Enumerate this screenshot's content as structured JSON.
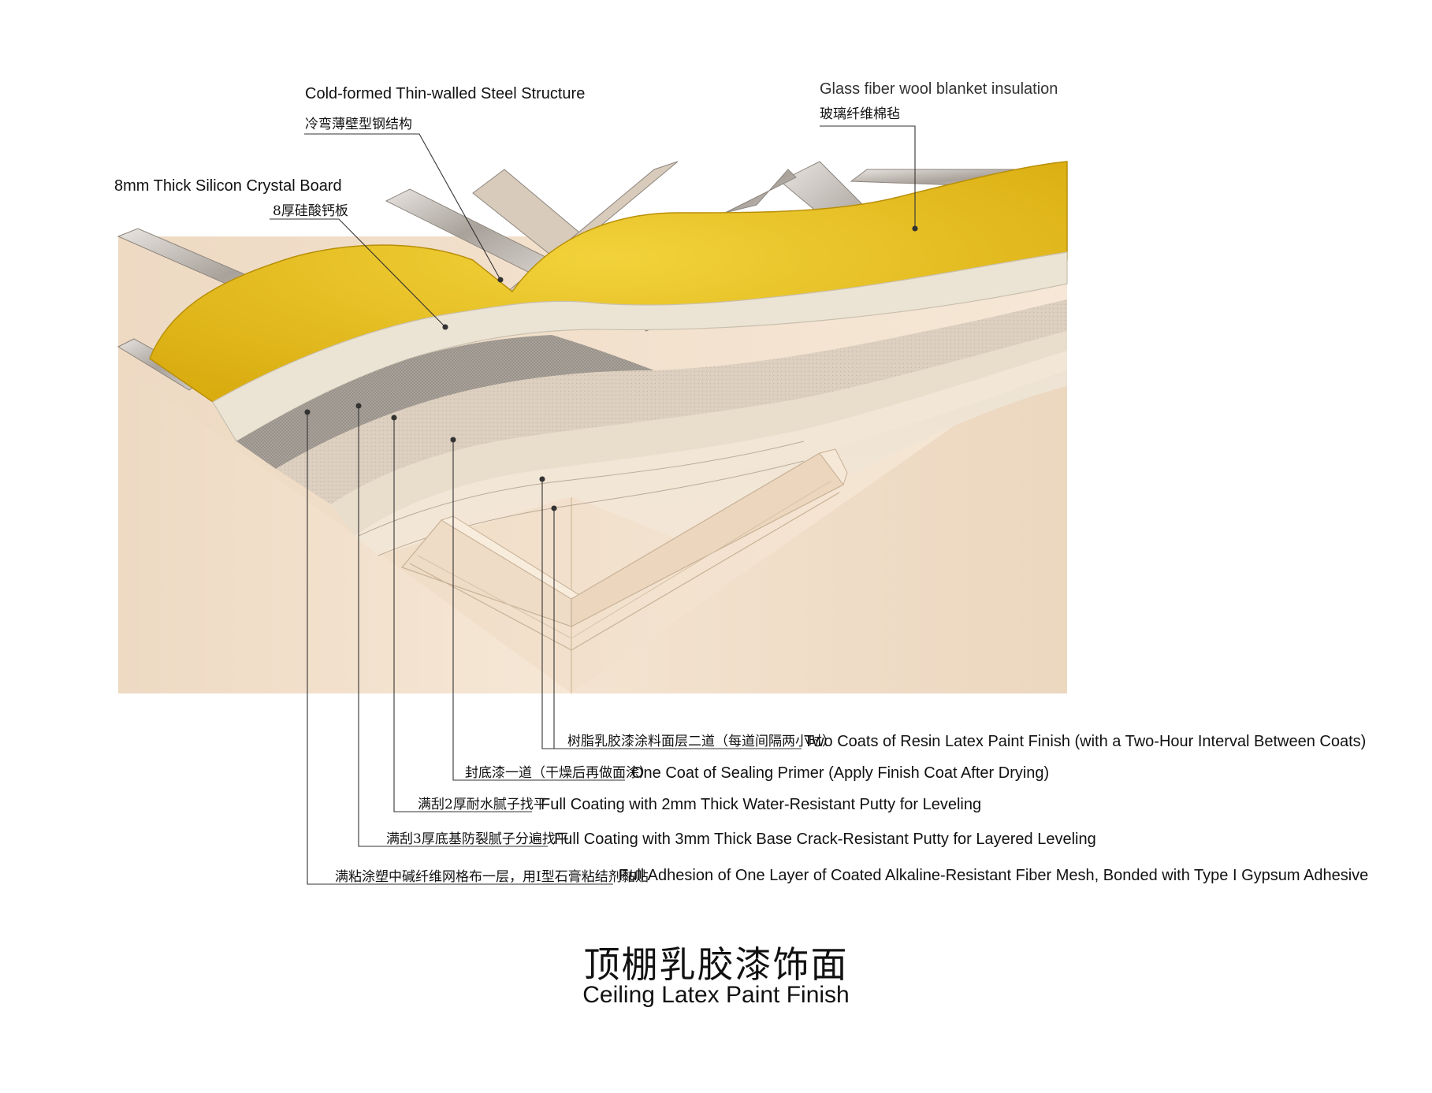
{
  "callouts": {
    "steel_en": "Cold-formed Thin-walled Steel Structure",
    "steel_zh": "冷弯薄壁型钢结构",
    "glass_en": "Glass fiber wool blanket insulation",
    "glass_zh": "玻璃纤维棉毡",
    "board_en": "8mm Thick Silicon Crystal Board",
    "board_zh": "8厚硅酸钙板"
  },
  "layers": [
    {
      "zh": "树脂乳胶漆涂料面层二道（每道间隔两小时）",
      "en": "Two Coats of Resin Latex Paint Finish (with a Two-Hour Interval Between Coats)"
    },
    {
      "zh": "封底漆一道（干燥后再做面涂）",
      "en": "One Coat of Sealing Primer (Apply Finish Coat After Drying)"
    },
    {
      "zh": "满刮2厚耐水腻子找平",
      "en": "Full Coating with 2mm Thick Water-Resistant Putty for Leveling"
    },
    {
      "zh": "满刮3厚底基防裂腻子分遍找平",
      "en": "Full Coating with 3mm Thick Base Crack-Resistant Putty for Layered Leveling"
    },
    {
      "zh": "满粘涂塑中碱纤维网格布一层，用I型石膏粘结剂黏贴",
      "en": "Full Adhesion of One Layer of Coated Alkaline-Resistant Fiber Mesh, Bonded with Type I Gypsum Adhesive"
    }
  ],
  "title": {
    "zh": "顶棚乳胶漆饰面",
    "en": "Ceiling Latex Paint Finish"
  },
  "colors": {
    "insulation": "#e8c020",
    "board": "#ebe4d4",
    "mesh": "#a8a29a",
    "putty": "#d9cdbd",
    "wall": "#f1dfca",
    "steel": "#c9c3bd"
  }
}
